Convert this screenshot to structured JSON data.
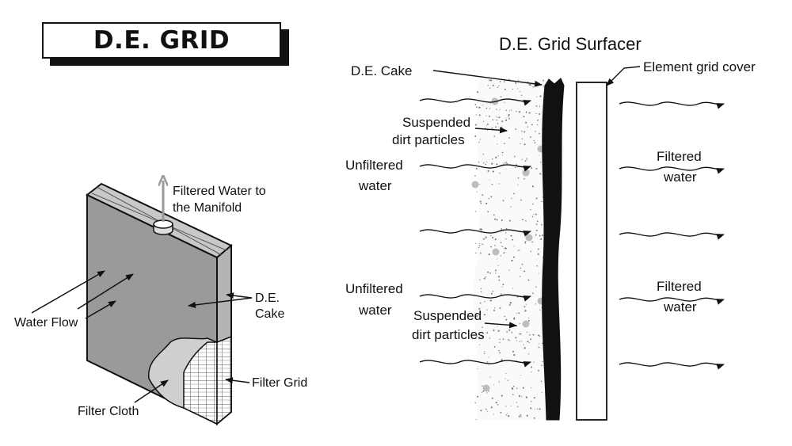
{
  "left_panel": {
    "title": "D.E. GRID",
    "labels": {
      "filtered_water_line1": "Filtered Water to",
      "filtered_water_line2": "the Manifold",
      "water_flow": "Water Flow",
      "de_cake_line1": "D.E.",
      "de_cake_line2": "Cake",
      "filter_grid": "Filter Grid",
      "filter_cloth": "Filter Cloth"
    }
  },
  "right_panel": {
    "title": "D.E. Grid Surfacer",
    "labels": {
      "de_cake": "D.E. Cake",
      "element_grid_cover": "Element grid cover",
      "suspended_1_line1": "Suspended",
      "suspended_1_line2": "dirt particles",
      "unfiltered_1_line1": "Unfiltered",
      "unfiltered_1_line2": "water",
      "filtered_1_line1": "Filtered",
      "filtered_1_line2": "water",
      "unfiltered_2_line1": "Unfiltered",
      "unfiltered_2_line2": "water",
      "filtered_2_line1": "Filtered",
      "filtered_2_line2": "water",
      "suspended_2_line1": "Suspended",
      "suspended_2_line2": "dirt particles"
    }
  },
  "colors": {
    "ink": "#111111",
    "panel_gray": "#9a9a9a",
    "panel_side": "#b4b4b4",
    "panel_top": "#c8c8c8",
    "cloth": "#cfcfcf",
    "arrow_gray": "#9a9a9a",
    "particle": "#bdbdbd"
  }
}
